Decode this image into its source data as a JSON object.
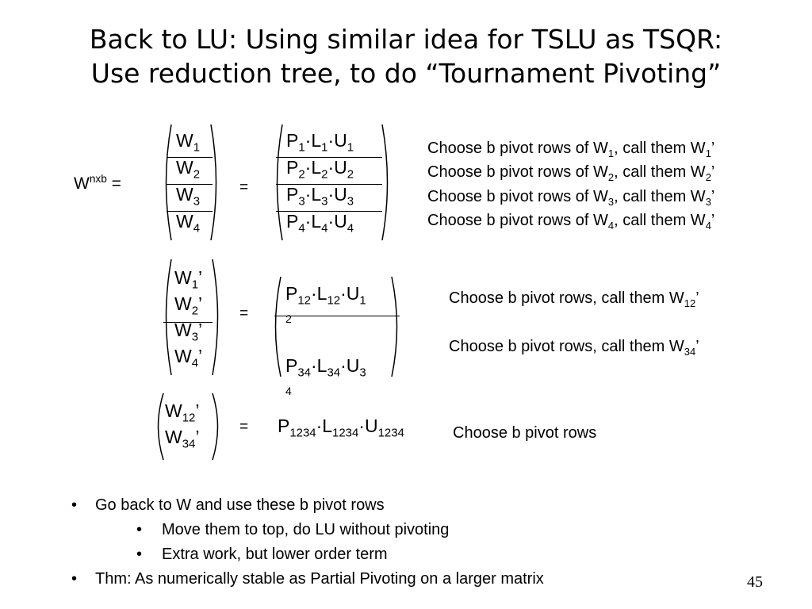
{
  "slide": {
    "title_line1": "Back to LU: Using similar idea for TSLU as TSQR:",
    "title_line2": "Use reduction tree, to do “Tournament Pivoting”",
    "page_number": "45"
  },
  "stage1": {
    "lhs": {
      "base": "W",
      "sup": "nxb",
      "eq": "="
    },
    "eq": "=",
    "w": [
      {
        "base": "W",
        "sub": "1"
      },
      {
        "base": "W",
        "sub": "2"
      },
      {
        "base": "W",
        "sub": "3"
      },
      {
        "base": "W",
        "sub": "4"
      }
    ],
    "plu": [
      {
        "p": "P",
        "l": "L",
        "u": "U",
        "sub": "1",
        "dot": "·"
      },
      {
        "p": "P",
        "l": "L",
        "u": "U",
        "sub": "2",
        "dot": "·"
      },
      {
        "p": "P",
        "l": "L",
        "u": "U",
        "sub": "3",
        "dot": "·"
      },
      {
        "p": "P",
        "l": "L",
        "u": "U",
        "sub": "4",
        "dot": "·"
      }
    ],
    "notes": [
      {
        "pre": "Choose b pivot rows of W",
        "sub": "1",
        "mid": ", call them W",
        "sub2": "1",
        "post": "’"
      },
      {
        "pre": "Choose b pivot rows of W",
        "sub": "2",
        "mid": ", call them W",
        "sub2": "2",
        "post": "’"
      },
      {
        "pre": "Choose b pivot rows of W",
        "sub": "3",
        "mid": ", call them W",
        "sub2": "3",
        "post": "’"
      },
      {
        "pre": "Choose b pivot rows of W",
        "sub": "4",
        "mid": ", call them W",
        "sub2": "4",
        "post": "’"
      }
    ]
  },
  "stage2": {
    "eq": "=",
    "w": [
      {
        "base": "W",
        "sub": "1",
        "prime": "’"
      },
      {
        "base": "W",
        "sub": "2",
        "prime": "’"
      },
      {
        "base": "W",
        "sub": "3",
        "prime": "’"
      },
      {
        "base": "W",
        "sub": "4",
        "prime": "’"
      }
    ],
    "plu": [
      {
        "p": "P",
        "l": "L",
        "u": "U",
        "sub": "12",
        "usub_a": "1",
        "usub_b": "2",
        "dot": "·"
      },
      {
        "p": "P",
        "l": "L",
        "u": "U",
        "sub": "34",
        "usub_a": "3",
        "usub_b": "4",
        "dot": "·"
      }
    ],
    "notes": [
      {
        "pre": "Choose b pivot rows, call them W",
        "sub": "12",
        "post": "’"
      },
      {
        "pre": "Choose b pivot rows, call them W",
        "sub": "34",
        "post": "’"
      }
    ]
  },
  "stage3": {
    "eq": "=",
    "w": [
      {
        "base": "W",
        "sub": "12",
        "prime": "’"
      },
      {
        "base": "W",
        "sub": "34",
        "prime": "’"
      }
    ],
    "plu": {
      "p": "P",
      "l": "L",
      "u": "U",
      "sub": "1234",
      "dot": "·"
    },
    "note": "Choose b pivot rows"
  },
  "bullets": [
    {
      "dot": "•",
      "text": "Go back to W and use these b pivot rows"
    },
    {
      "dot": "•",
      "text": "Move them to top, do LU without pivoting"
    },
    {
      "dot": "•",
      "text": "Extra work, but lower order term"
    },
    {
      "dot": "•",
      "text": "Thm:  As numerically stable as Partial Pivoting on a larger matrix"
    }
  ]
}
